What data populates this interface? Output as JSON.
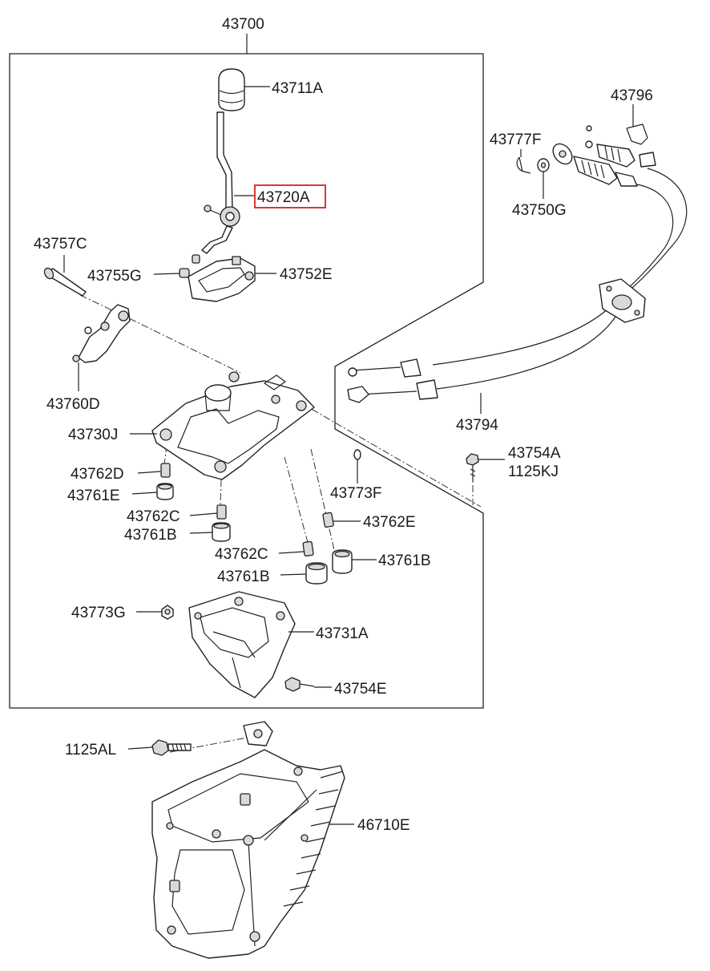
{
  "diagram": {
    "highlight_color": "#d62020",
    "labels": {
      "assembly": "43700",
      "knob": "43711A",
      "lever": "43720A",
      "bolt_57c": "43757C",
      "pin_55g": "43755G",
      "bracket_52e": "43752E",
      "plate_60d": "43760D",
      "housing_30j": "43730J",
      "bushing_62d": "43762D",
      "bushing_61e": "43761E",
      "bushing_62c_1": "43762C",
      "bushing_61b_1": "43761B",
      "bushing_62c_2": "43762C",
      "bushing_61b_2": "43761B",
      "washer_73f": "43773F",
      "bushing_62e": "43762E",
      "bushing_61b_3": "43761B",
      "nut_73g": "43773G",
      "cover_31a": "43731A",
      "bolt_54e": "43754E",
      "bolt_54a": "43754A",
      "bolt_1125kj": "1125KJ",
      "cable_94": "43794",
      "clip_96": "43796",
      "clip_77f": "43777F",
      "washer_50g": "43750G",
      "bolt_1125al": "1125AL",
      "bracket_10e": "46710E"
    }
  }
}
